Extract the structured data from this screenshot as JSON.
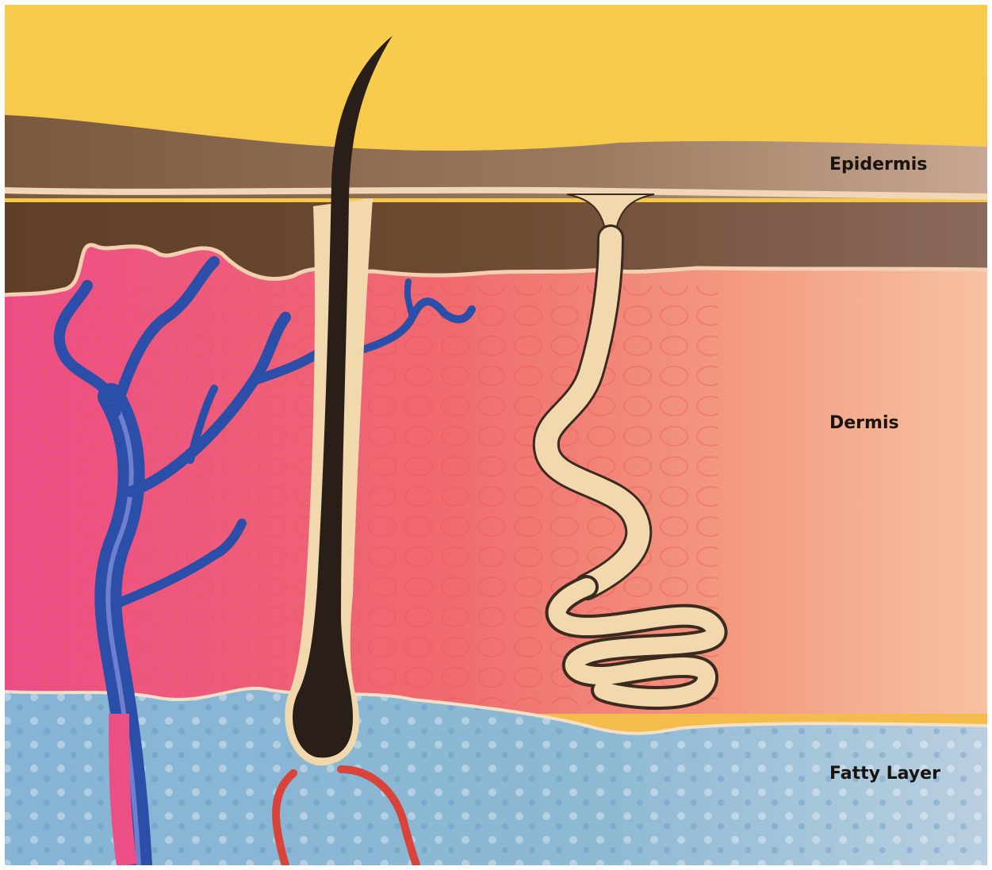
{
  "labels": {
    "epidermis": "Epidermis",
    "dermis": "Dermis",
    "fatty_layer": "Fatty Layer"
  },
  "colors": {
    "sky": "#f6c94a",
    "epidermis": "#8a5e3c",
    "dermis_pink": "#ec4f86",
    "dermis_orange": "#f08f6c",
    "fatty_blue": "#8cb6d2",
    "vein": "#2b4ea8",
    "hair": "#2a1f18",
    "gland": "#f1d8ad",
    "artery": "#d8443a"
  }
}
